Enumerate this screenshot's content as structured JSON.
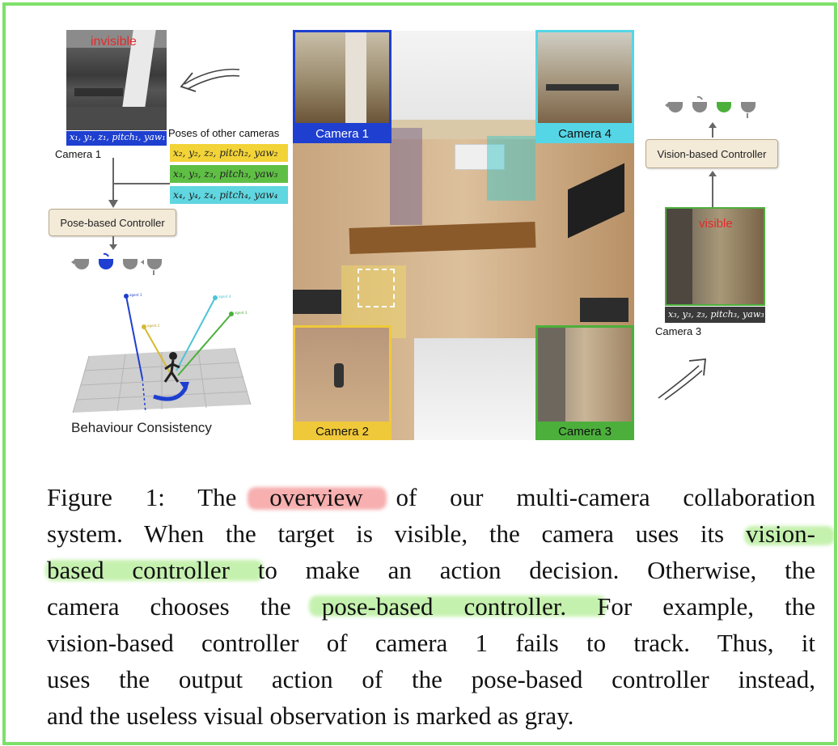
{
  "figure": {
    "left_panel": {
      "invisible_label": "invisible",
      "camera1_pose": "x₁, y₁, z₁, pitch₁, yaw₁",
      "camera1_label": "Camera 1",
      "poses_title": "Poses of other cameras",
      "poses": [
        {
          "text": "x₂, y₂, z₂, pitch₂, yaw₂",
          "color": "#f2d338"
        },
        {
          "text": "x₃, y₃, z₃, pitch₃, yaw₃",
          "color": "#5fbf45"
        },
        {
          "text": "x₄, y₄, z₄, pitch₄, yaw₄",
          "color": "#5fd6e0"
        }
      ],
      "controller_label": "Pose-based Controller",
      "behaviour_label": "Behaviour Consistency",
      "agent_labels": [
        "agent 1",
        "agent 2",
        "agent 3",
        "agent 4"
      ]
    },
    "center_panel": {
      "camera_labels": [
        "Camera 1",
        "Camera 4",
        "Camera 2",
        "Camera 3"
      ],
      "colors": {
        "camera1": "#1e3fd0",
        "camera4": "#55d6e6",
        "camera2": "#f0c93a",
        "camera3": "#4caf3c"
      }
    },
    "right_panel": {
      "controller_label": "Vision-based Controller",
      "visible_label": "visible",
      "camera3_pose": "x₃, y₃, z₃, pitch₃, yaw₃",
      "camera3_label": "Camera 3"
    }
  },
  "caption": {
    "lines": [
      "Figure 1:  The overview of our multi-camera collaboration",
      "system. When the target is visible, the camera uses its vision-",
      "based controller to make an action decision. Otherwise, the",
      "camera chooses the pose-based controller. For example, the",
      "vision-based controller of camera 1 fails to track. Thus, it",
      "uses the output action of the pose-based controller instead,",
      "and the useless visual observation is marked as gray."
    ]
  },
  "colors": {
    "border": "#7ee06a",
    "highlight_red": "#f06e6e",
    "highlight_green": "#96e66e"
  }
}
